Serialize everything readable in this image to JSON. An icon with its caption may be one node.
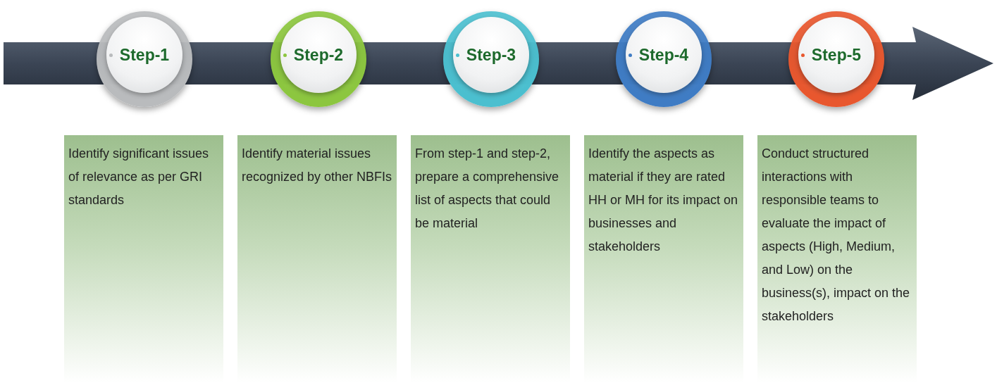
{
  "diagram": {
    "nodes": [
      {
        "text": [
          "Step-1"
        ]
      },
      {
        "text": [
          "Step-2"
        ]
      },
      {
        "text": [
          "Step-3"
        ]
      },
      {
        "text": [
          "Step-4"
        ]
      },
      {
        "text": [
          "Step-5"
        ]
      },
      {
        "text": [
          "Identify significant issues of relevance as per GRI standards"
        ]
      },
      {
        "text": [
          "Identify material issues recognized by other NBFIs"
        ]
      },
      {
        "text": [
          "From step-1 and step-2, prepare a comprehensive list of aspects that could be material"
        ]
      },
      {
        "text": [
          "Identify the aspects as material if they are rated HH or MH for its impact on businesses and stakeholders"
        ]
      },
      {
        "text": [
          "Conduct structured interactions with responsible teams to evaluate the impact of aspects (High, Medium, and Low) on the business(s), impact on the stakeholders"
        ]
      }
    ]
  }
}
